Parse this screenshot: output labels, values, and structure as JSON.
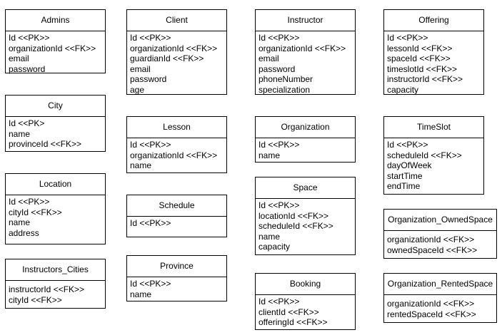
{
  "entities": [
    {
      "id": "admins",
      "name": "Admins",
      "fields": [
        "Id <<PK>>",
        "organizationId <<FK>>",
        "email",
        "password"
      ]
    },
    {
      "id": "client",
      "name": "Client",
      "fields": [
        "Id <<PK>>",
        "organizationId <<FK>>",
        "guardianId <<FK>>",
        "email",
        "password",
        "age"
      ]
    },
    {
      "id": "instructor",
      "name": "Instructor",
      "fields": [
        "Id <<PK>>",
        "organizationId <<FK>>",
        "email",
        "password",
        "phoneNumber",
        "specialization"
      ]
    },
    {
      "id": "offering",
      "name": "Offering",
      "fields": [
        "Id <<PK>>",
        "lessonId <<FK>>",
        "spaceId <<FK>>",
        "timeslotId <<FK>>",
        "instructorId <<FK>>",
        "capacity"
      ]
    },
    {
      "id": "city",
      "name": "City",
      "fields": [
        "Id <<PK>",
        "name",
        "provinceId <<FK>>"
      ]
    },
    {
      "id": "lesson",
      "name": "Lesson",
      "fields": [
        "Id <<PK>>",
        "organizationId <<FK>>",
        "name"
      ]
    },
    {
      "id": "organization",
      "name": "Organization",
      "fields": [
        "Id <<PK>>",
        "name"
      ]
    },
    {
      "id": "timeslot",
      "name": "TimeSlot",
      "fields": [
        "Id <<PK>>",
        "scheduleId <<FK>>",
        "dayOfWeek",
        "startTime",
        "endTime"
      ]
    },
    {
      "id": "location",
      "name": "Location",
      "fields": [
        "Id <<PK>>",
        "cityId <<FK>>",
        "name",
        "address"
      ]
    },
    {
      "id": "schedule",
      "name": "Schedule",
      "fields": [
        "Id <<PK>>"
      ]
    },
    {
      "id": "space",
      "name": "Space",
      "fields": [
        "Id <<PK>>",
        "locationId <<FK>>",
        "scheduleId <<FK>>",
        "name",
        "capacity"
      ]
    },
    {
      "id": "organization-ownedspace",
      "name": "Organization_OwnedSpace",
      "fields": [
        "organizationId <<FK>>",
        "ownedSpaceId <<FK>>"
      ]
    },
    {
      "id": "instructors-cities",
      "name": "Instructors_Cities",
      "fields": [
        "instructorId <<FK>>",
        "cityId <<FK>>"
      ]
    },
    {
      "id": "province",
      "name": "Province",
      "fields": [
        "Id <<PK>>",
        "name"
      ]
    },
    {
      "id": "booking",
      "name": "Booking",
      "fields": [
        "Id <<PK>>",
        "clientId <<FK>>",
        "offeringId <<FK>>"
      ]
    },
    {
      "id": "organization-rentedspace",
      "name": "Organization_RentedSpace",
      "fields": [
        "organizationId <<FK>>",
        "rentedSpaceId <<FK>>"
      ]
    }
  ]
}
